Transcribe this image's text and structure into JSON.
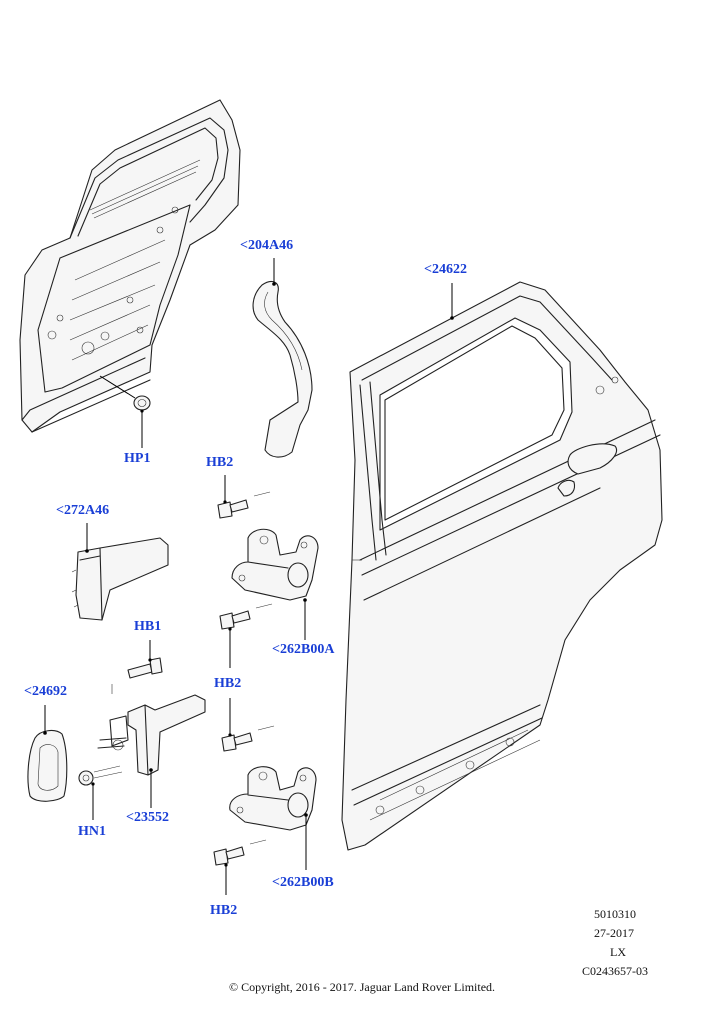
{
  "callouts": {
    "hp1": "HP1",
    "p204a46": "<204A46",
    "p24622": "<24622",
    "hb2_top": "HB2",
    "p272a46": "<272A46",
    "hb1": "HB1",
    "p262b00a": "<262B00A",
    "hb2_mid": "HB2",
    "p24692": "<24692",
    "hn1": "HN1",
    "p23552": "<23552",
    "p262b00b": "<262B00B",
    "hb2_bottom": "HB2"
  },
  "reference": {
    "line1": "5010310",
    "line2": "27-2017",
    "line3": "LX",
    "line4": "C0243657-03"
  },
  "copyright": "© Copyright, 2016 - 2017. Jaguar Land Rover Limited."
}
